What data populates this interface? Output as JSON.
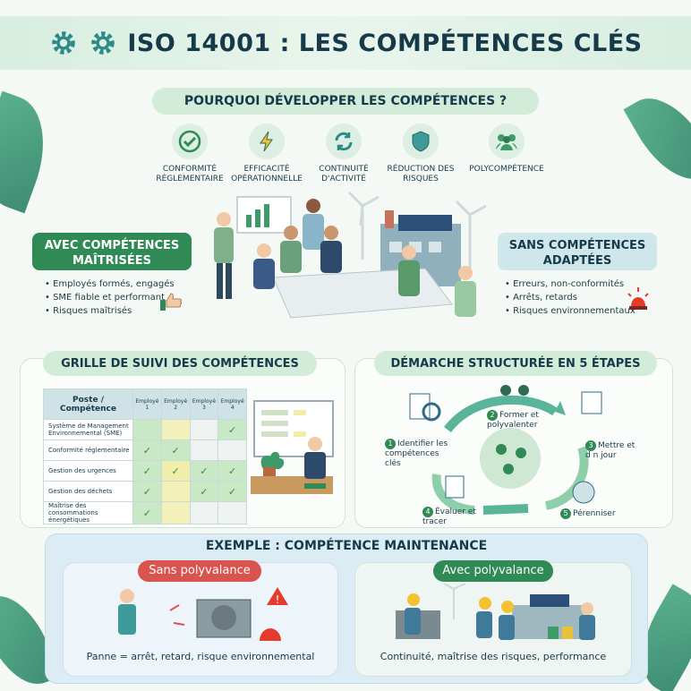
{
  "title": "ISO 14001 : LES COMPÉTENCES CLÉS",
  "why": {
    "heading": "POURQUOI DÉVELOPPER LES COMPÉTENCES ?",
    "benefits": [
      {
        "icon": "check-shield-icon",
        "label": "CONFORMITÉ RÉGLEMENTAIRE"
      },
      {
        "icon": "lightning-icon",
        "label": "EFFICACITÉ OPÉRATIONNELLE"
      },
      {
        "icon": "refresh-icon",
        "label": "CONTINUITÉ D'ACTIVITÉ"
      },
      {
        "icon": "shield-icon",
        "label": "RÉDUCTION DES RISQUES"
      },
      {
        "icon": "group-icon",
        "label": "POLYCOMPÉTENCE"
      }
    ]
  },
  "with_skills": {
    "heading": "AVEC COMPÉTENCES MAÎTRISÉES",
    "items": [
      "Employés formés, engagés",
      "SME fiable et performant",
      "Risques maîtrisés"
    ]
  },
  "without_skills": {
    "heading": "SANS COMPÉTENCES ADAPTÉES",
    "items": [
      "Erreurs, non-conformités",
      "Arrêts, retards",
      "Risques environnementaux"
    ]
  },
  "grid": {
    "heading": "GRILLE DE SUIVI DES COMPÉTENCES",
    "corner": "Poste / Compétence",
    "employees": [
      "Employé 1",
      "Employé 2",
      "Employé 3",
      "Employé 4"
    ],
    "rows": [
      {
        "label": "Système de Management Environnemental (SME)",
        "cells": [
          "",
          "",
          "",
          "✓"
        ]
      },
      {
        "label": "Conformité réglementaire",
        "cells": [
          "✓",
          "✓",
          "",
          ""
        ]
      },
      {
        "label": "Gestion des urgences",
        "cells": [
          "✓",
          "✓",
          "✓",
          "✓"
        ]
      },
      {
        "label": "Gestion des déchets",
        "cells": [
          "✓",
          "",
          "✓",
          "✓"
        ]
      },
      {
        "label": "Maîtrise des consommations énergétiques",
        "cells": [
          "✓",
          "",
          "",
          ""
        ]
      }
    ]
  },
  "process": {
    "heading": "DÉMARCHE STRUCTURÉE EN 5 ÉTAPES",
    "steps": [
      {
        "num": "1",
        "label": "Identifier les compétences clés"
      },
      {
        "num": "2",
        "label": "Former et polyvalenter"
      },
      {
        "num": "3",
        "label": "Mettre et d n jour"
      },
      {
        "num": "4",
        "label": "Évaluer et tracer"
      },
      {
        "num": "5",
        "label": "Pérenniser"
      }
    ]
  },
  "example": {
    "heading": "EXEMPLE : COMPÉTENCE MAINTENANCE",
    "without": {
      "label": "Sans polyvalance",
      "caption": "Panne = arrêt, retard, risque environnemental"
    },
    "with": {
      "label": "Avec polyvalance",
      "caption": "Continuité, maîtrise des risques, performance"
    }
  },
  "colors": {
    "green": "#2f8a55",
    "teal": "#cfe7ea",
    "red": "#d9534f",
    "navy": "#173a4a"
  }
}
